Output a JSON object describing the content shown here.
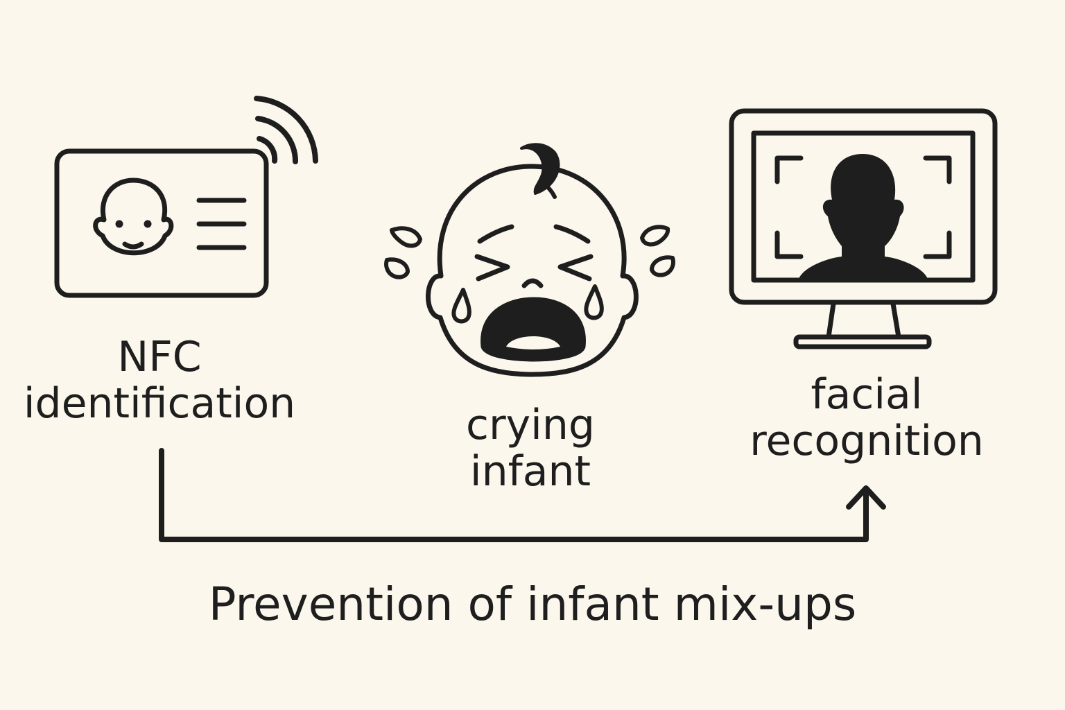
{
  "colors": {
    "background": "#fbf7ec",
    "ink": "#1e1e1e"
  },
  "nodes": [
    {
      "id": "nfc",
      "icon": "nfc-id-card-icon",
      "label_lines": [
        "NFC",
        "identification"
      ]
    },
    {
      "id": "crying",
      "icon": "crying-baby-icon",
      "label_lines": [
        "crying",
        "infant"
      ]
    },
    {
      "id": "face",
      "icon": "facial-recognition-monitor-icon",
      "label_lines": [
        "facial",
        "recognition"
      ]
    }
  ],
  "connector": {
    "from": "nfc",
    "to": "face",
    "icon": "arrow-up-icon"
  },
  "caption": "Prevention of infant mix-ups"
}
